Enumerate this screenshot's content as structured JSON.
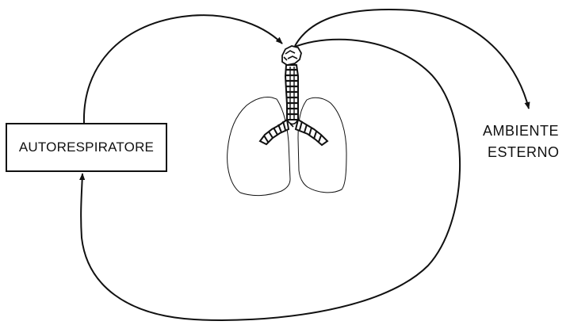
{
  "diagram": {
    "device_label": "AUTORESPIRATORE",
    "environment_label_line1": "AMBIENTE",
    "environment_label_line2": "ESTERNO"
  },
  "colors": {
    "ink": "#111111",
    "lung_fill": "#ffffff",
    "background": "#ffffff"
  }
}
